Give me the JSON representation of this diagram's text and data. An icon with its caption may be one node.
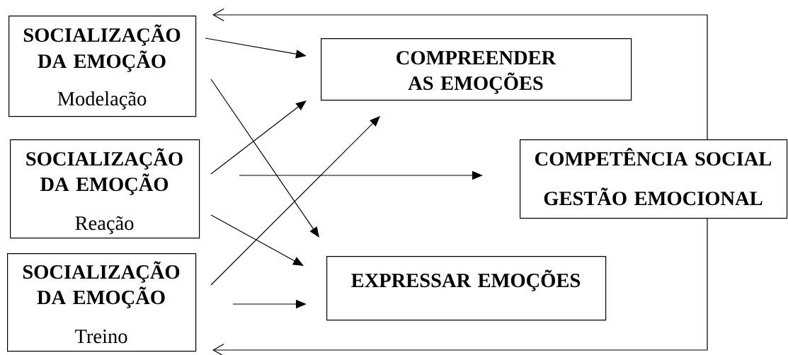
{
  "diagram": {
    "nodes": [
      {
        "text": [
          "SOCIALIZAÇÃO DA EMOÇÃO",
          "Modelação"
        ]
      },
      {
        "text": [
          "SOCIALIZAÇÃO DA EMOÇÃO",
          "Reação"
        ]
      },
      {
        "text": [
          "SOCIALIZAÇÃO DA EMOÇÃO",
          "Treino"
        ]
      },
      {
        "text": [
          "COMPREENDER AS EMOÇÕES"
        ]
      },
      {
        "text": [
          "EXPRESSAR EMOÇÕES"
        ]
      },
      {
        "text": [
          "COMPETÊNCIA SOCIAL GESTÃO EMOCIONAL"
        ]
      }
    ],
    "edges": [
      {
        "from": 0,
        "to": 3,
        "arrow": "to"
      },
      {
        "from": 0,
        "to": 4,
        "arrow": "to"
      },
      {
        "from": 1,
        "to": 3,
        "arrow": "to"
      },
      {
        "from": 1,
        "to": 5,
        "arrow": "to"
      },
      {
        "from": 1,
        "to": 4,
        "arrow": "to"
      },
      {
        "from": 2,
        "to": 3,
        "arrow": "to"
      },
      {
        "from": 2,
        "to": 4,
        "arrow": "to"
      },
      {
        "from": 5,
        "to": 0,
        "arrow": "to"
      },
      {
        "from": 5,
        "to": 2,
        "arrow": "to"
      }
    ]
  }
}
